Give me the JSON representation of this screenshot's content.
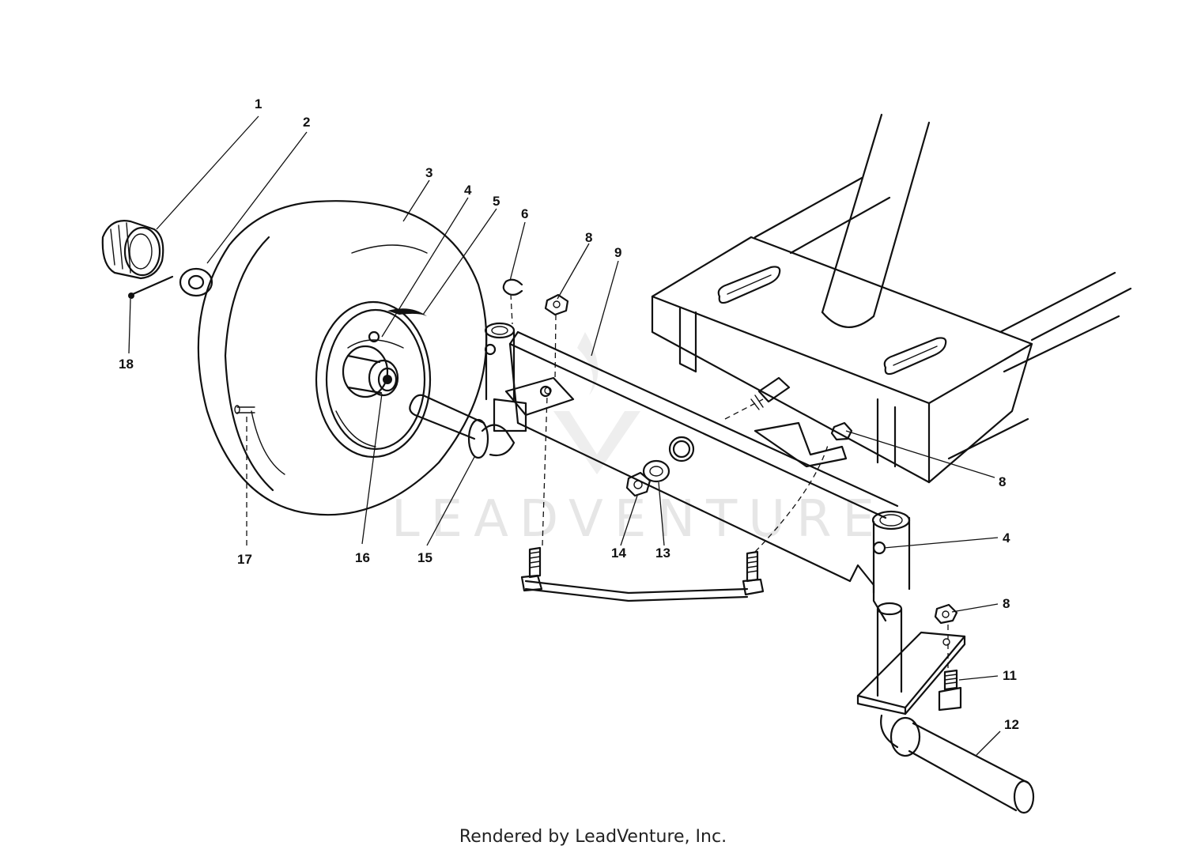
{
  "watermark": {
    "text": "LEADVENTURE"
  },
  "footer": {
    "credit": "Rendered by LeadVenture, Inc."
  },
  "callouts": [
    {
      "id": "c1",
      "label": "1"
    },
    {
      "id": "c2",
      "label": "2"
    },
    {
      "id": "c3",
      "label": "3"
    },
    {
      "id": "c4a",
      "label": "4"
    },
    {
      "id": "c5",
      "label": "5"
    },
    {
      "id": "c6",
      "label": "6"
    },
    {
      "id": "c8a",
      "label": "8"
    },
    {
      "id": "c9",
      "label": "9"
    },
    {
      "id": "c18",
      "label": "18"
    },
    {
      "id": "c8b",
      "label": "8"
    },
    {
      "id": "c4b",
      "label": "4"
    },
    {
      "id": "c8c",
      "label": "8"
    },
    {
      "id": "c11",
      "label": "11"
    },
    {
      "id": "c12",
      "label": "12"
    },
    {
      "id": "c17",
      "label": "17"
    },
    {
      "id": "c16",
      "label": "16"
    },
    {
      "id": "c15",
      "label": "15"
    },
    {
      "id": "c14",
      "label": "14"
    },
    {
      "id": "c13",
      "label": "13"
    }
  ]
}
